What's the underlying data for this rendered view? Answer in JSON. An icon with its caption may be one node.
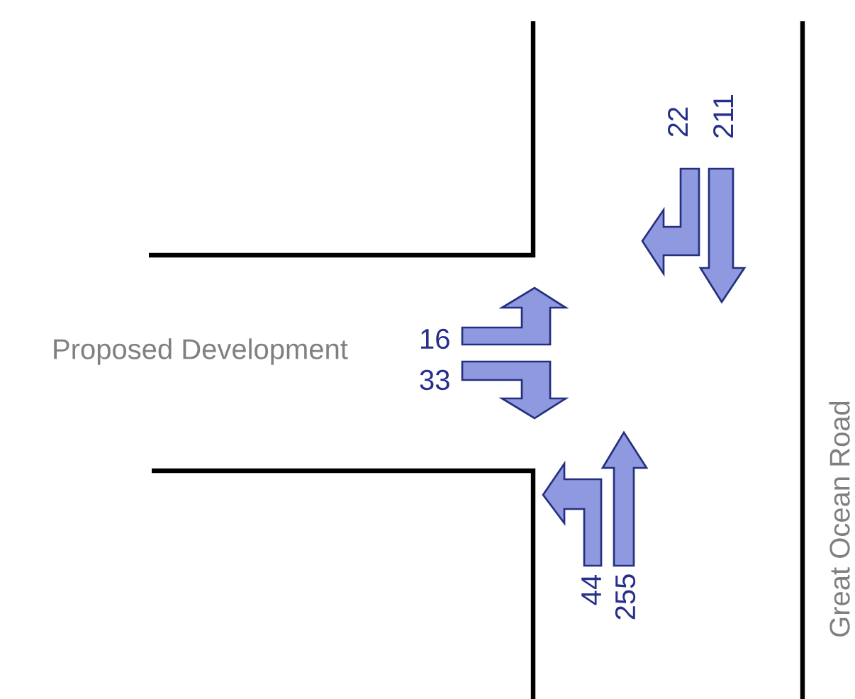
{
  "diagram": {
    "labels": [
      "22",
      "211",
      "Proposed Development",
      "16",
      "33",
      "44",
      "255",
      "Great Ocean Road"
    ]
  }
}
